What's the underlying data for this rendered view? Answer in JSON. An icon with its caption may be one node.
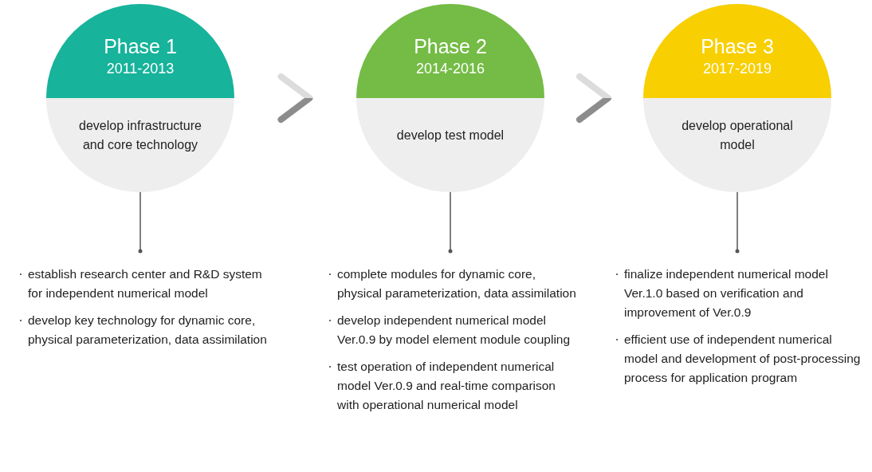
{
  "diagram": {
    "nodes": [
      {
        "text": [
          "Phase 1",
          "2011-2013",
          "develop infrastructure and core technology"
        ]
      },
      {
        "text": [
          "establish research center and R&D system for independent numerical model",
          "develop key technology for dynamic core, physical parameterization, data assimilation"
        ]
      },
      {
        "text": [
          "Phase 2",
          "2014-2016",
          "develop test model"
        ]
      },
      {
        "text": [
          "complete modules for dynamic core, physical parameterization, data assimilation",
          "develop independent numerical model Ver.0.9 by model element module coupling",
          "test operation of independent numerical model Ver.0.9 and real-time comparison with operational numerical model"
        ]
      },
      {
        "text": [
          "Phase 3",
          "2017-2019",
          "develop operational model"
        ]
      },
      {
        "text": [
          "finalize independent numerical model Ver.1.0 based on verification and improvement of Ver.0.9",
          "efficient use of independent numerical model and development of post-processing process for application program"
        ]
      }
    ],
    "edges": [
      {
        "from": 0,
        "to": 1,
        "arrow": "other"
      },
      {
        "from": 2,
        "to": 3,
        "arrow": "other"
      },
      {
        "from": 4,
        "to": 5,
        "arrow": "other"
      },
      {
        "from": 0,
        "to": 2,
        "arrow": "to",
        "style": "thick"
      },
      {
        "from": 2,
        "to": 4,
        "arrow": "to",
        "style": "thick"
      }
    ]
  }
}
